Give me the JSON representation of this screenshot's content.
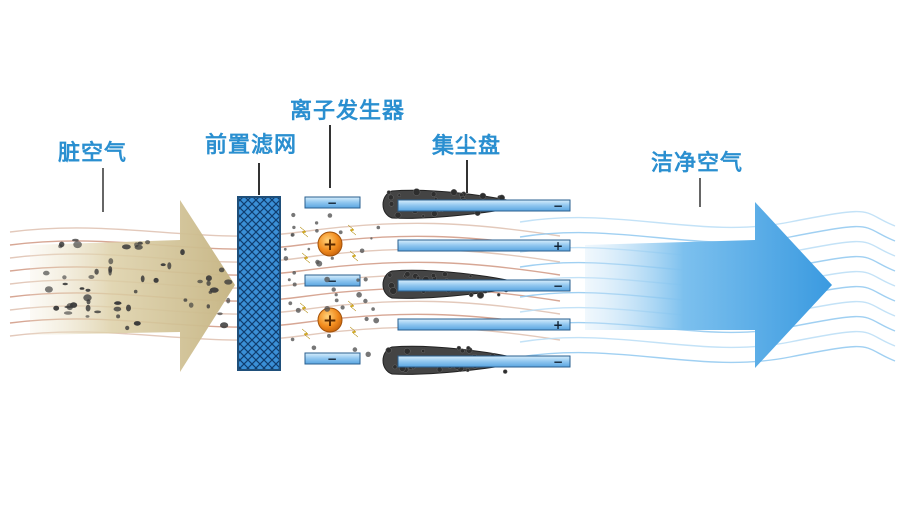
{
  "labels": {
    "dirty_air": "脏空气",
    "prefilter": "前置滤网",
    "ion_generator": "离子发生器",
    "collector": "集尘盘",
    "clean_air": "洁净空气"
  },
  "ion_symbol": "+",
  "plates": [
    {
      "sign": "−",
      "dust": true
    },
    {
      "sign": "+",
      "dust": false
    },
    {
      "sign": "−",
      "dust": true
    },
    {
      "sign": "+",
      "dust": false
    },
    {
      "sign": "−",
      "dust": true
    }
  ],
  "ion_plates": [
    {
      "sign": "−"
    },
    {
      "sign": "−"
    },
    {
      "sign": "−"
    }
  ],
  "colors": {
    "label": "#2a8fd0",
    "dirty_arrow": "#c9b98a",
    "clean_arrow": "#4aa8e6",
    "filter": "#3a8fd6",
    "plate": "#9fd0f2",
    "ion": "#f28c1e",
    "dust": "#3a3a3a"
  }
}
